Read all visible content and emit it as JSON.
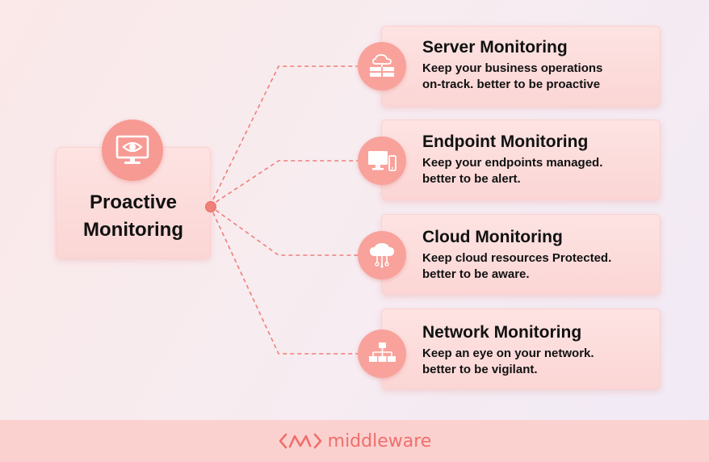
{
  "hub": {
    "title_line1": "Proactive",
    "title_line2": "Monitoring",
    "icon": "eye-monitor-icon"
  },
  "items": [
    {
      "title": "Server Monitoring",
      "desc_line1": "Keep your business operations",
      "desc_line2": "on-track. better to be proactive",
      "icon": "server-cloud-icon"
    },
    {
      "title": "Endpoint Monitoring",
      "desc_line1": "Keep your endpoints managed.",
      "desc_line2": "better to be alert.",
      "icon": "devices-icon"
    },
    {
      "title": "Cloud Monitoring",
      "desc_line1": "Keep cloud resources Protected.",
      "desc_line2": "better to be aware.",
      "icon": "cloud-network-icon"
    },
    {
      "title": "Network Monitoring",
      "desc_line1": "Keep an eye on your network.",
      "desc_line2": "better to be vigilant.",
      "icon": "network-topology-icon"
    }
  ],
  "footer": {
    "brand": "middleware",
    "logo_icon": "middleware-logo-icon"
  },
  "colors": {
    "accent": "#f0807a",
    "card": "#fde0df",
    "footer": "#fbd1d0"
  }
}
